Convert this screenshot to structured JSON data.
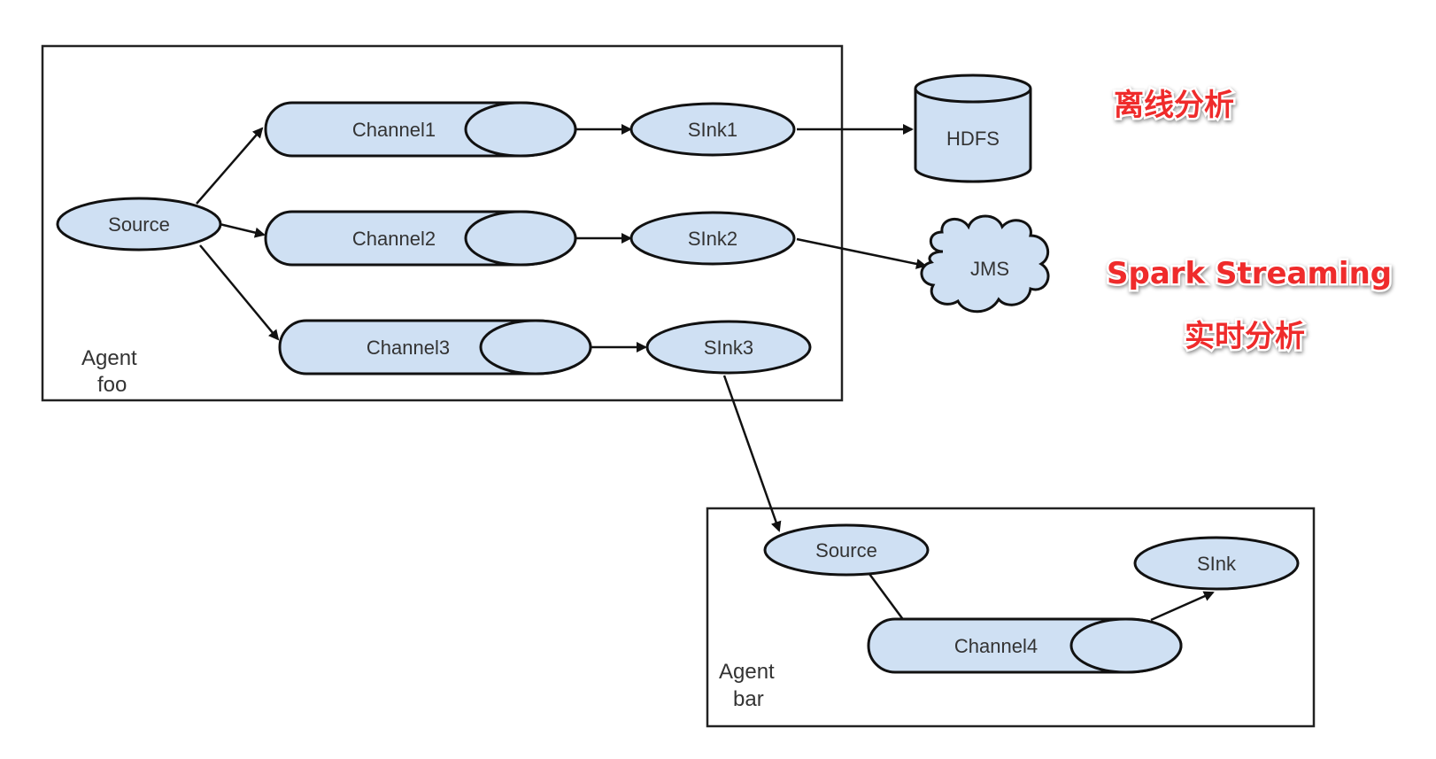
{
  "agents": {
    "foo": {
      "label_line1": "Agent",
      "label_line2": "foo"
    },
    "bar": {
      "label_line1": "Agent",
      "label_line2": "bar"
    }
  },
  "nodes": {
    "source_foo": "Source",
    "channel1": "Channel1",
    "channel2": "Channel2",
    "channel3": "Channel3",
    "sink1": "SInk1",
    "sink2": "SInk2",
    "sink3": "SInk3",
    "hdfs": "HDFS",
    "jms": "JMS",
    "source_bar": "Source",
    "channel4": "Channel4",
    "sink_bar": "SInk"
  },
  "annotations": {
    "offline": "离线分析",
    "spark": "Spark Streaming",
    "realtime": "实时分析"
  },
  "colors": {
    "node_fill": "#cfe0f3",
    "annotation": "#ef2b2b"
  }
}
